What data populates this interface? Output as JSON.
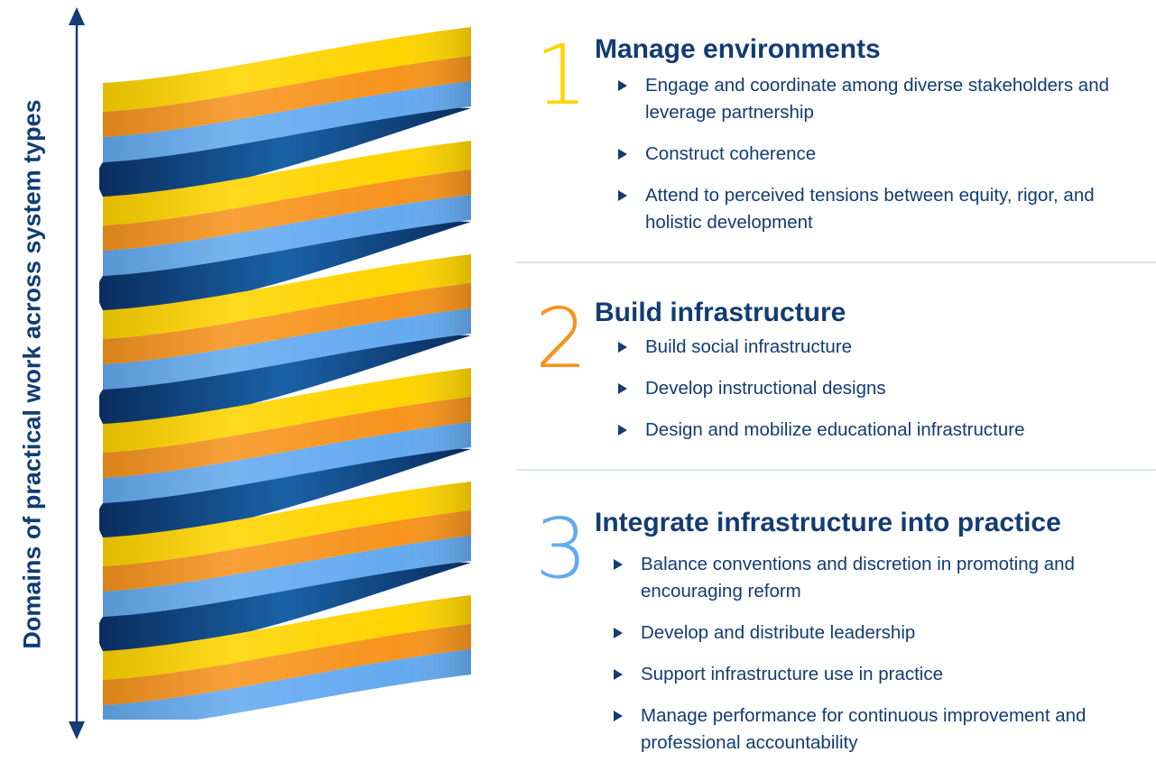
{
  "axis": {
    "label": "Domains of practical work across system types"
  },
  "colors": {
    "yellow": "#ffd400",
    "orange": "#f7941d",
    "light_blue": "#64aaf0",
    "navy": "#0b3a72",
    "text": "#123c73",
    "num1": "#ffd400",
    "num2": "#f7941d",
    "num3": "#64aaf0",
    "divider": "#d9e4ef"
  },
  "sections": [
    {
      "number": "1",
      "title": "Manage environments",
      "bullets": [
        "Engage and coordinate among diverse stakeholders and leverage partnership",
        "Construct coherence",
        "Attend to perceived tensions between equity, rigor, and holistic development"
      ]
    },
    {
      "number": "2",
      "title": "Build infrastructure",
      "bullets": [
        "Build social infrastructure",
        "Develop instructional designs",
        "Design and mobilize educational infrastructure"
      ]
    },
    {
      "number": "3",
      "title": "Integrate infrastructure into practice",
      "bullets": [
        "Balance conventions and discretion in promoting and encouraging reform",
        "Develop and distribute leadership",
        "Support infrastructure use in practice",
        "Manage performance for continuous improvement and professional accountability"
      ]
    }
  ]
}
